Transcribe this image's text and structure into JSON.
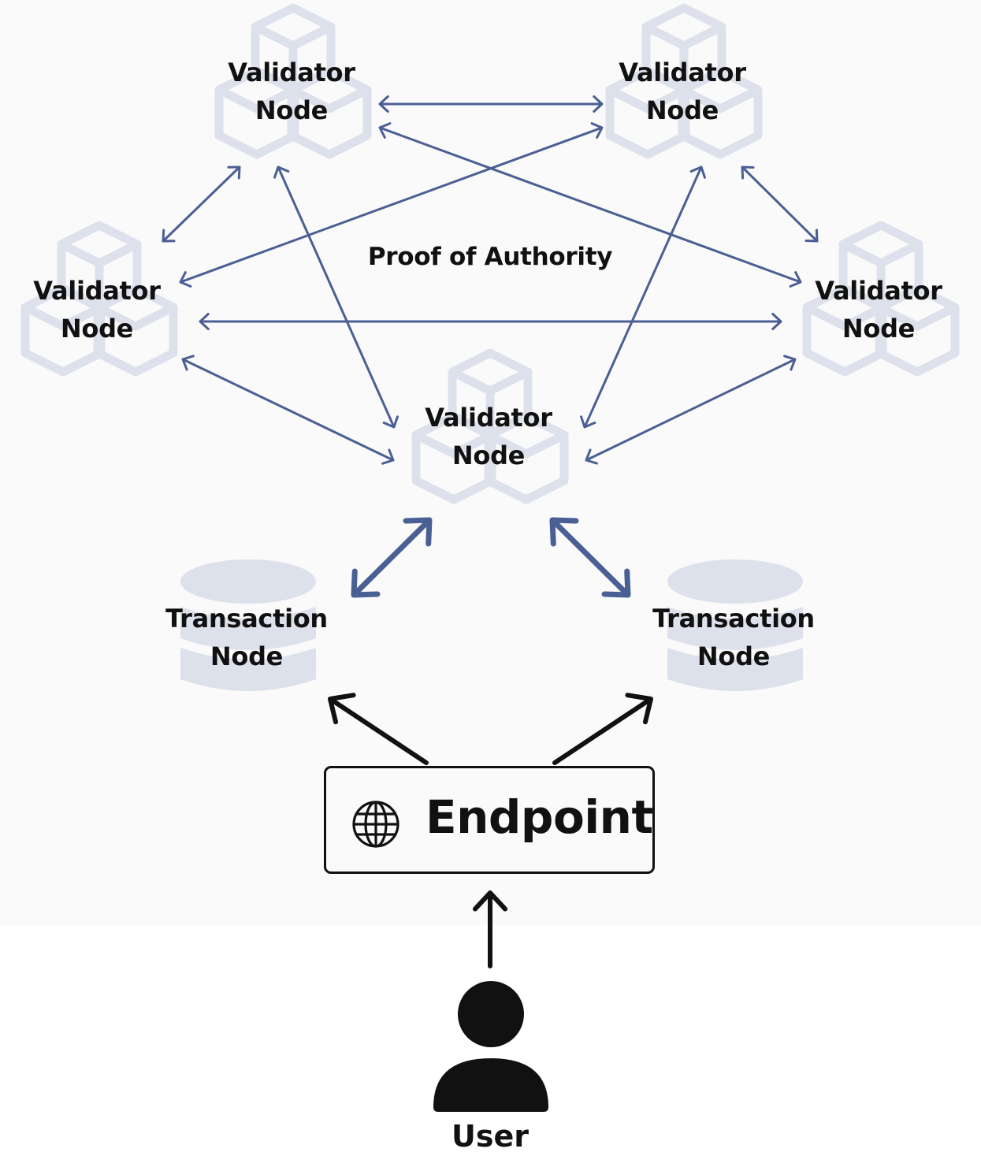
{
  "colors": {
    "panel_bg": "#fafafa",
    "page_bg": "#ffffff",
    "arrow": "#4a5f93",
    "node_shape": "#dde1ec",
    "text": "#111111"
  },
  "diagram": {
    "title": "Proof of Authority",
    "validators": [
      {
        "id": "v-top-left",
        "line1": "Validator",
        "line2": "Node"
      },
      {
        "id": "v-top-right",
        "line1": "Validator",
        "line2": "Node"
      },
      {
        "id": "v-mid-left",
        "line1": "Validator",
        "line2": "Node"
      },
      {
        "id": "v-mid-right",
        "line1": "Validator",
        "line2": "Node"
      },
      {
        "id": "v-center",
        "line1": "Validator",
        "line2": "Node"
      }
    ],
    "transaction_nodes": [
      {
        "id": "t-left",
        "line1": "Transaction",
        "line2": "Node"
      },
      {
        "id": "t-right",
        "line1": "Transaction",
        "line2": "Node"
      }
    ],
    "endpoint": {
      "label": "Endpoint",
      "icon": "globe-icon"
    },
    "user": {
      "label": "User",
      "icon": "user-icon"
    },
    "connections": [
      {
        "from": "v-top-left",
        "to": "v-top-right",
        "type": "bidirectional"
      },
      {
        "from": "v-top-left",
        "to": "v-mid-right",
        "type": "bidirectional"
      },
      {
        "from": "v-top-right",
        "to": "v-mid-left",
        "type": "bidirectional"
      },
      {
        "from": "v-top-left",
        "to": "v-mid-left",
        "type": "bidirectional"
      },
      {
        "from": "v-top-right",
        "to": "v-mid-right",
        "type": "bidirectional"
      },
      {
        "from": "v-mid-left",
        "to": "v-mid-right",
        "type": "bidirectional"
      },
      {
        "from": "v-top-left",
        "to": "v-center",
        "type": "bidirectional"
      },
      {
        "from": "v-top-right",
        "to": "v-center",
        "type": "bidirectional"
      },
      {
        "from": "v-mid-left",
        "to": "v-center",
        "type": "bidirectional"
      },
      {
        "from": "v-mid-right",
        "to": "v-center",
        "type": "bidirectional"
      },
      {
        "from": "v-center",
        "to": "t-left",
        "type": "bidirectional"
      },
      {
        "from": "v-center",
        "to": "t-right",
        "type": "bidirectional"
      },
      {
        "from": "endpoint",
        "to": "t-left",
        "type": "directed"
      },
      {
        "from": "endpoint",
        "to": "t-right",
        "type": "directed"
      },
      {
        "from": "user",
        "to": "endpoint",
        "type": "directed"
      }
    ]
  }
}
